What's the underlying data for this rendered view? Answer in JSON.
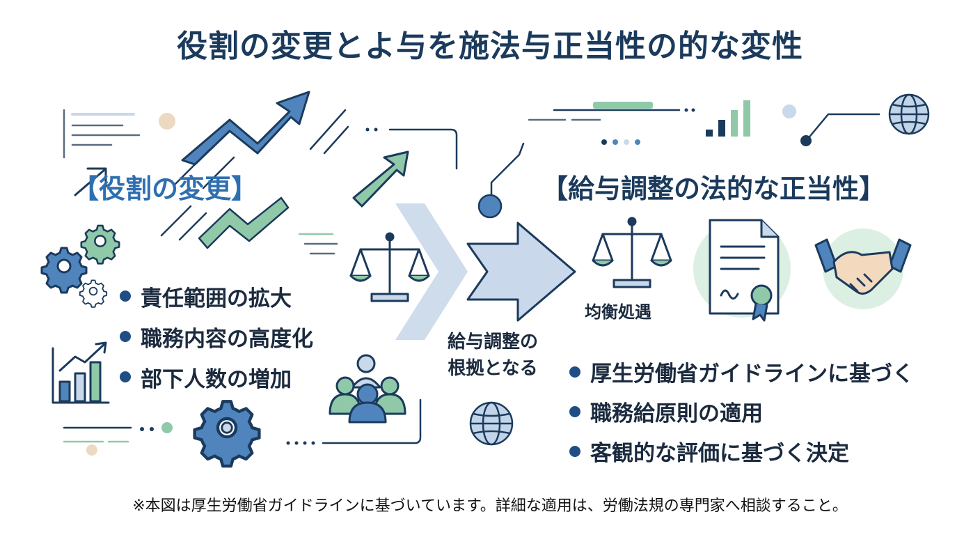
{
  "title": "役割の変更とよ与を施法与正当性の的な変性",
  "left": {
    "heading": "【役割の変更】",
    "bullets": [
      "責任範囲の拡大",
      "職務内容の高度化",
      "部下人数の増加"
    ]
  },
  "center": {
    "lines": [
      "給与調整の",
      "根拠となる"
    ]
  },
  "right": {
    "heading": "【給与調整の法的な正当性】",
    "balance_label": "均衡処遇",
    "bullets": [
      "厚生労働省ガイドラインに基づく",
      "職務給原則の適用",
      "客観的な評価に基づく決定"
    ]
  },
  "footnote": "※本図は厚生労働省ガイドラインに基づいています。詳細な適用は、労働法規の専門家へ相談すること。",
  "colors": {
    "navy": "#1b3a5c",
    "blue": "#2e6fb0",
    "mid_blue": "#4f84bd",
    "light_blue": "#c9d8ea",
    "green": "#8fc9a8",
    "light_green": "#dcefe3",
    "beige": "#ecd9c2"
  },
  "icons": {
    "trend_arrows": "trend-arrow-icon",
    "gears": "gear-icon",
    "bar_chart": "bar-chart-icon",
    "scales": "balance-scale-icon",
    "team": "team-icon",
    "globe": "globe-icon",
    "document": "certificate-document-icon",
    "handshake": "handshake-icon",
    "big_arrow": "chevron-arrow-icon"
  }
}
